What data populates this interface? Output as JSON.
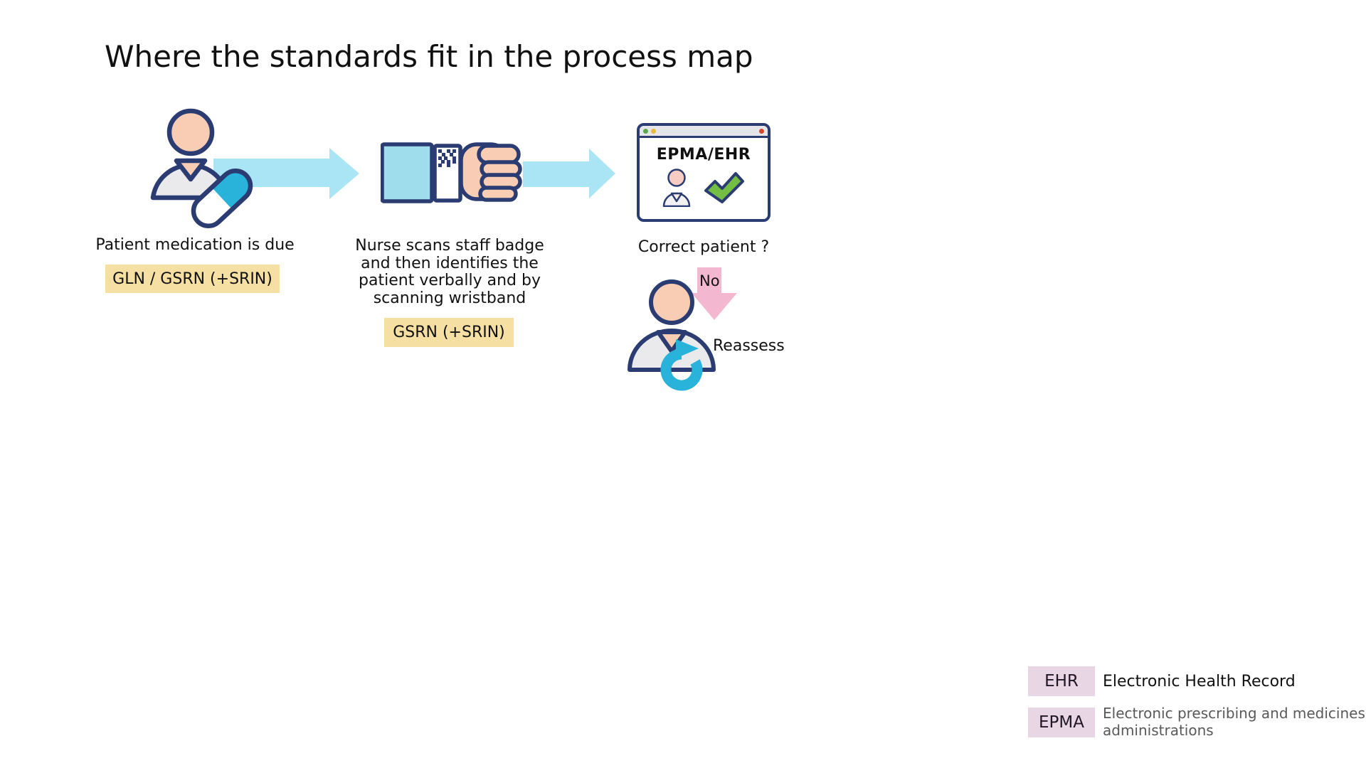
{
  "title": "Where the standards fit in the process map",
  "steps": [
    {
      "icon": "patient-medication-icon",
      "label": "Patient medication is due",
      "tag": "GLN / GSRN (+SRIN)"
    },
    {
      "icon": "wristband-scan-icon",
      "label": "Nurse scans staff badge and then identifies the patient verbally and by scanning wristband",
      "tag": "GSRN (+SRIN)"
    },
    {
      "icon": "epma-ehr-window-icon",
      "window_title": "EPMA/EHR",
      "label": "Correct patient ?"
    }
  ],
  "decision": {
    "no_label": "No",
    "reassess_label": "Reassess"
  },
  "legend": {
    "items": [
      {
        "abbr": "EHR",
        "description": "Electronic Health Record"
      },
      {
        "abbr": "EPMA",
        "description": "Electronic prescribing and medicines administrations"
      }
    ]
  },
  "colors": {
    "outline_navy": "#2B3C72",
    "skin": "#F8CDB4",
    "body_gray": "#EAEAEC",
    "accent_cyan": "#29B2DA",
    "flow_arrow_cyan": "#A9E5F4",
    "sleeve_cyan": "#9FDCEC",
    "tag_yellow": "#F6DFA3",
    "no_arrow_pink": "#F3B8CF",
    "legend_pink": "#E8D6E4",
    "check_green": "#74BE44",
    "muted_text_gray": "#595959"
  }
}
